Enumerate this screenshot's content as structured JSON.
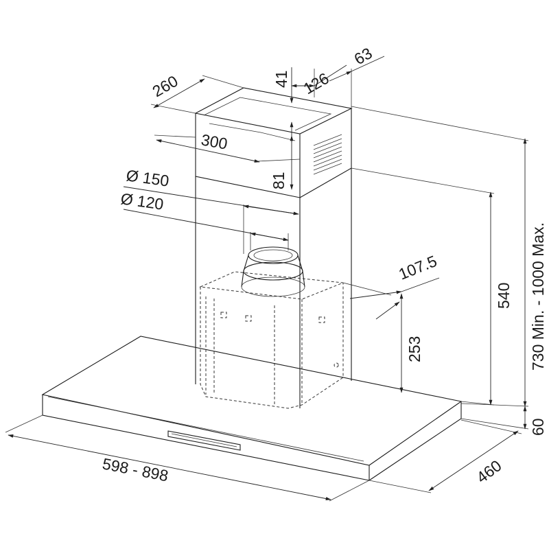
{
  "dimensions": {
    "chimney_depth": "260",
    "top_offset": "41",
    "outlet_offset": "126",
    "wall_gap": "63",
    "chimney_width": "300",
    "bracket_height": "81",
    "duct_large": "Ø 150",
    "duct_small": "Ø 120",
    "motor_offset": "107.5",
    "chimney_height": "540",
    "adjust_range": "730 Min. - 1000 Max.",
    "motor_height": "253",
    "canopy_thickness": "60",
    "canopy_depth": "460",
    "canopy_width": "598 - 898"
  }
}
